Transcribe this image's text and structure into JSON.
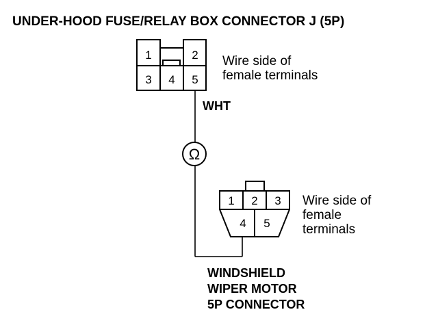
{
  "title": "UNDER-HOOD FUSE/RELAY BOX CONNECTOR J (5P)",
  "upper_connector": {
    "pins": [
      "1",
      "2",
      "3",
      "4",
      "5"
    ],
    "caption_lines": [
      "Wire side of",
      "female terminals"
    ]
  },
  "wire_color": "WHT",
  "meter_symbol": "Ω",
  "lower_connector": {
    "pins": [
      "1",
      "2",
      "3",
      "4",
      "5"
    ],
    "caption_lines": [
      "Wire side of",
      "female",
      "terminals"
    ]
  },
  "bottom_label_lines": [
    "WINDSHIELD",
    "WIPER MOTOR",
    "5P CONNECTOR"
  ]
}
